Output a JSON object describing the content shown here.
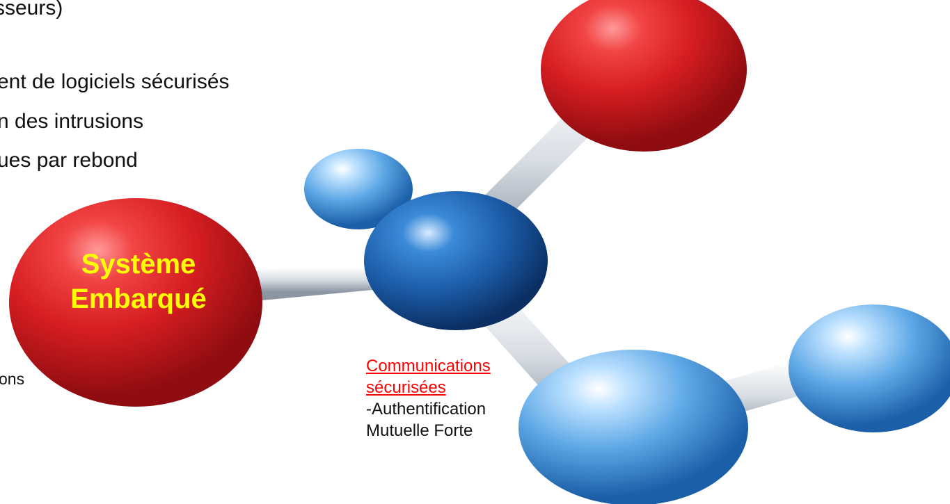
{
  "text": {
    "top_fragment": "sseurs)",
    "line_1": "ent de logiciels sécurisés",
    "line_2": "n des intrusions",
    "line_3": "ues par rebond",
    "left_fragment": "ons"
  },
  "center": {
    "label_line_1": "Système",
    "label_line_2": "Embarqué"
  },
  "communications": {
    "title_line_1": "Communications",
    "title_line_2": "sécurisées",
    "detail_line_1": "-Authentification",
    "detail_line_2": "Mutuelle Forte"
  },
  "colors": {
    "accent_text": "#ffff00",
    "link_red": "#ff0000",
    "sphere_red": "#d61e22",
    "sphere_blue": "#2e78c9",
    "bond_gray": "#d8dde3"
  }
}
